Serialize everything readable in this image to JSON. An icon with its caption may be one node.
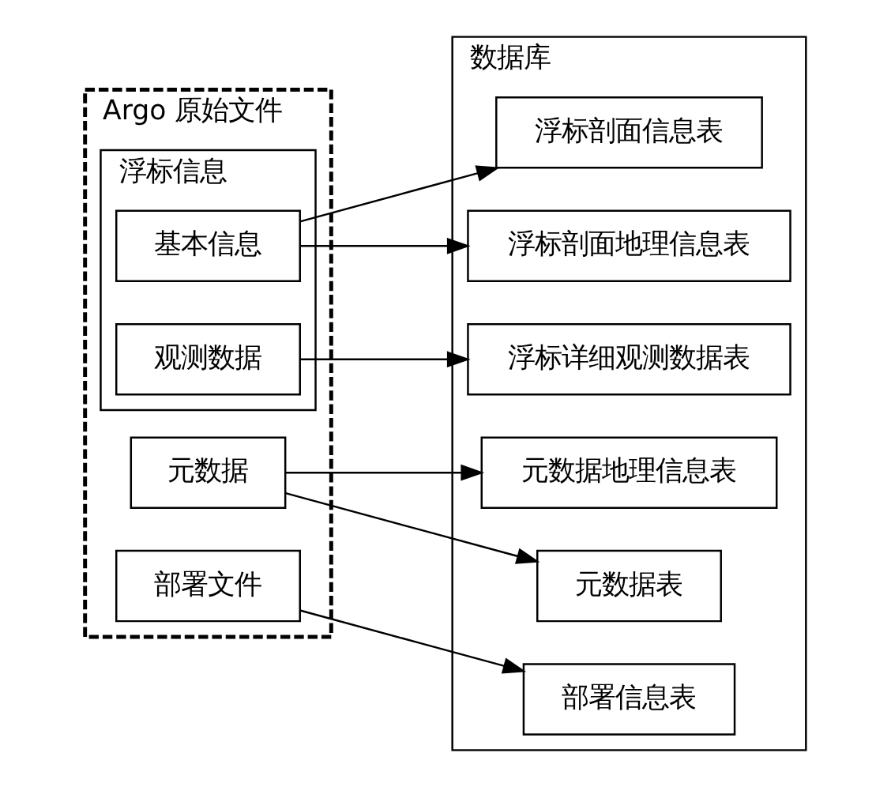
{
  "diagram": {
    "nodes": [
      {
        "text": [
          "Argo 原始文件"
        ]
      },
      {
        "text": [
          "元数据"
        ],
        "in": 0
      },
      {
        "text": [
          "浮标信息"
        ],
        "in": 0
      },
      {
        "text": [
          "基本信息"
        ],
        "in": 2
      },
      {
        "text": [
          "观测数据"
        ],
        "in": 2
      },
      {
        "text": [
          "部署文件"
        ],
        "in": 0
      },
      {
        "text": [
          "数据库"
        ]
      },
      {
        "text": [
          "元数据表"
        ],
        "in": 6
      },
      {
        "text": [
          "元数据地理信息表"
        ],
        "in": 6
      },
      {
        "text": [
          "浮标剖面信息表"
        ],
        "in": 6
      },
      {
        "text": [
          "浮标剖面地理信息表"
        ],
        "in": 6
      },
      {
        "text": [
          "浮标详细观测数据表"
        ],
        "in": 6
      },
      {
        "text": [
          "部署信息表"
        ],
        "in": 6
      }
    ],
    "edges": [
      {
        "from": 1,
        "to": 7,
        "arrow": "to"
      },
      {
        "from": 1,
        "to": 8,
        "arrow": "to"
      },
      {
        "from": 3,
        "to": 9,
        "arrow": "to"
      },
      {
        "from": 3,
        "to": 10,
        "arrow": "to"
      },
      {
        "from": 4,
        "to": 11,
        "arrow": "to"
      },
      {
        "from": 5,
        "to": 12,
        "arrow": "to"
      }
    ]
  }
}
